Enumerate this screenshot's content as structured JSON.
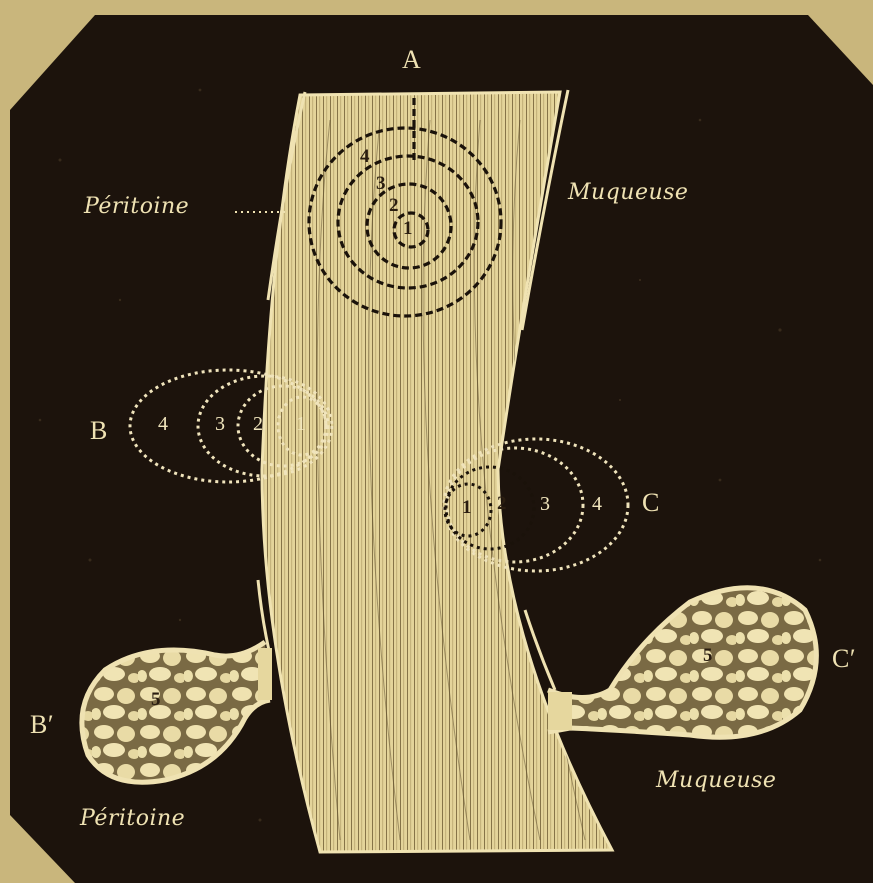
{
  "labels": {
    "A": "A",
    "B": "B",
    "C": "C",
    "B_prime": "B′",
    "C_prime": "C′",
    "peritoine_top": "Péritoine",
    "peritoine_bottom": "Péritoine",
    "muqueuse_top": "Muqueuse",
    "muqueuse_bottom": "Muqueuse"
  },
  "zone_numbers": {
    "A": [
      "1",
      "2",
      "3",
      "4"
    ],
    "B": [
      "1",
      "2",
      "3",
      "4"
    ],
    "C": [
      "1",
      "2",
      "3",
      "4"
    ],
    "B_prime": "5",
    "C_prime": "5"
  },
  "colors": {
    "background_ink": "#1c130c",
    "paper": "#c9b67c",
    "tissue": "#e6d79e",
    "label": "#efe2b3"
  }
}
